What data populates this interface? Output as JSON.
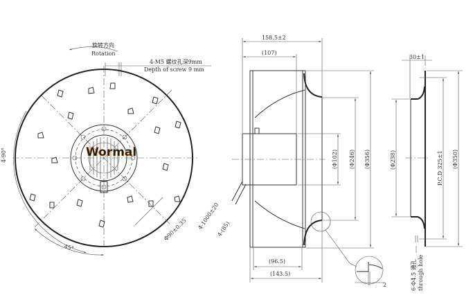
{
  "front_view": {
    "rotation_cn": "旋转方向",
    "rotation_en": "Rotation",
    "screw_cn": "4-M5 螺纹孔深9mm",
    "screw_en": "Depth of screw 9 mm",
    "angle_4x90": "4-90°",
    "angle_45": "45°",
    "dia_90": "Φ90±0.35",
    "lead_length": "4-1000±20",
    "lead_85": "4-(85)",
    "logo": "Wormal"
  },
  "side_view": {
    "overall_length": "158.5±2",
    "len_107": "(107)",
    "dia_102": "(Φ102)",
    "dia_246": "(Φ246)",
    "dia_356": "(Φ356)",
    "len_96_5": "(96.5)",
    "len_143_5": "(143.5)",
    "detail_gap": "2"
  },
  "inlet_ring_view": {
    "thickness": "30±1",
    "dia_238": "(Φ238)",
    "pcd": "P.C.D 325±1",
    "dia_350": "(Φ350)",
    "holes_cn": "6-Φ4.5 通孔",
    "holes_en": "through hole"
  }
}
